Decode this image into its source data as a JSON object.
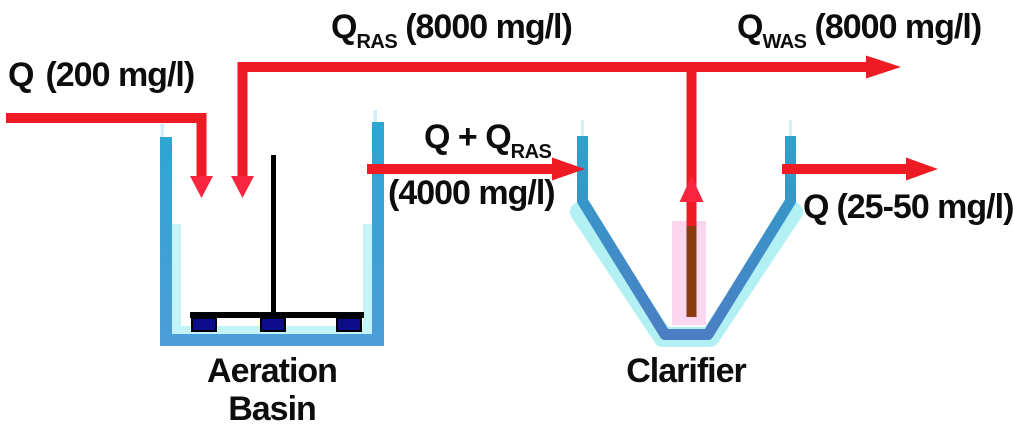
{
  "title": "Activated sludge process flow diagram",
  "colors": {
    "red": "#ee1b24",
    "arrowhead_red": "#f8253e",
    "basin_wall_top": "#2ba6d3",
    "basin_wall_bottom": "#4d9dd7",
    "wall_tip": "#cfeffa",
    "lining": "#c3f4f8",
    "clarifier_wall_top": "#2ea2cc",
    "clarifier_wall_bottom": "#4b7ec3",
    "halo": "#b2f0f4",
    "pink_band": "#fbd7ef",
    "sludge_brown": "#8a3b10",
    "paddle_navy": "#0c0c8c",
    "ink": "#0d0d0d",
    "background": "#ffffff"
  },
  "labels": {
    "influent": {
      "sym": "Q",
      "value": "(200 mg/l)"
    },
    "ras_return": {
      "sym": "Q",
      "sub": "RAS",
      "value": "(8000 mg/l)"
    },
    "was": {
      "sym": "Q",
      "sub": "WAS",
      "value": "(8000 mg/l)"
    },
    "mixed_liquor": {
      "sym": "Q + Q",
      "sub": "RAS",
      "value": "(4000 mg/l)"
    },
    "effluent": {
      "sym": "Q",
      "value": "(25-50 mg/l)"
    },
    "aeration_basin": {
      "line1": "Aeration",
      "line2": "Basin"
    },
    "clarifier": "Clarifier"
  }
}
